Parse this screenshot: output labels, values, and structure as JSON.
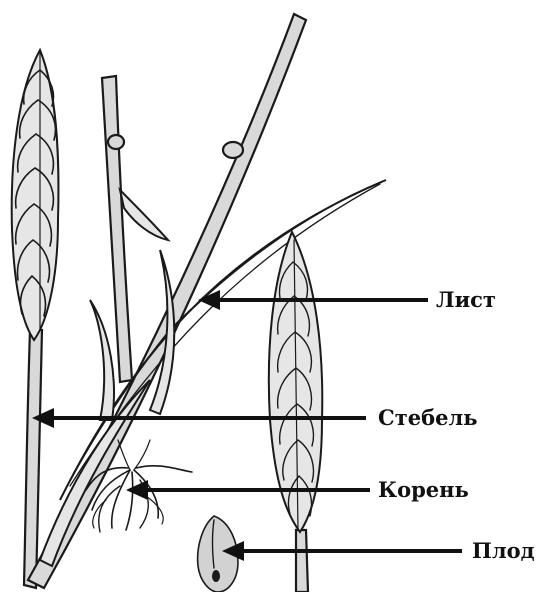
{
  "labels": {
    "leaf": "Лист",
    "stem": "Стебель",
    "root": "Корень",
    "fruit": "Плод"
  }
}
